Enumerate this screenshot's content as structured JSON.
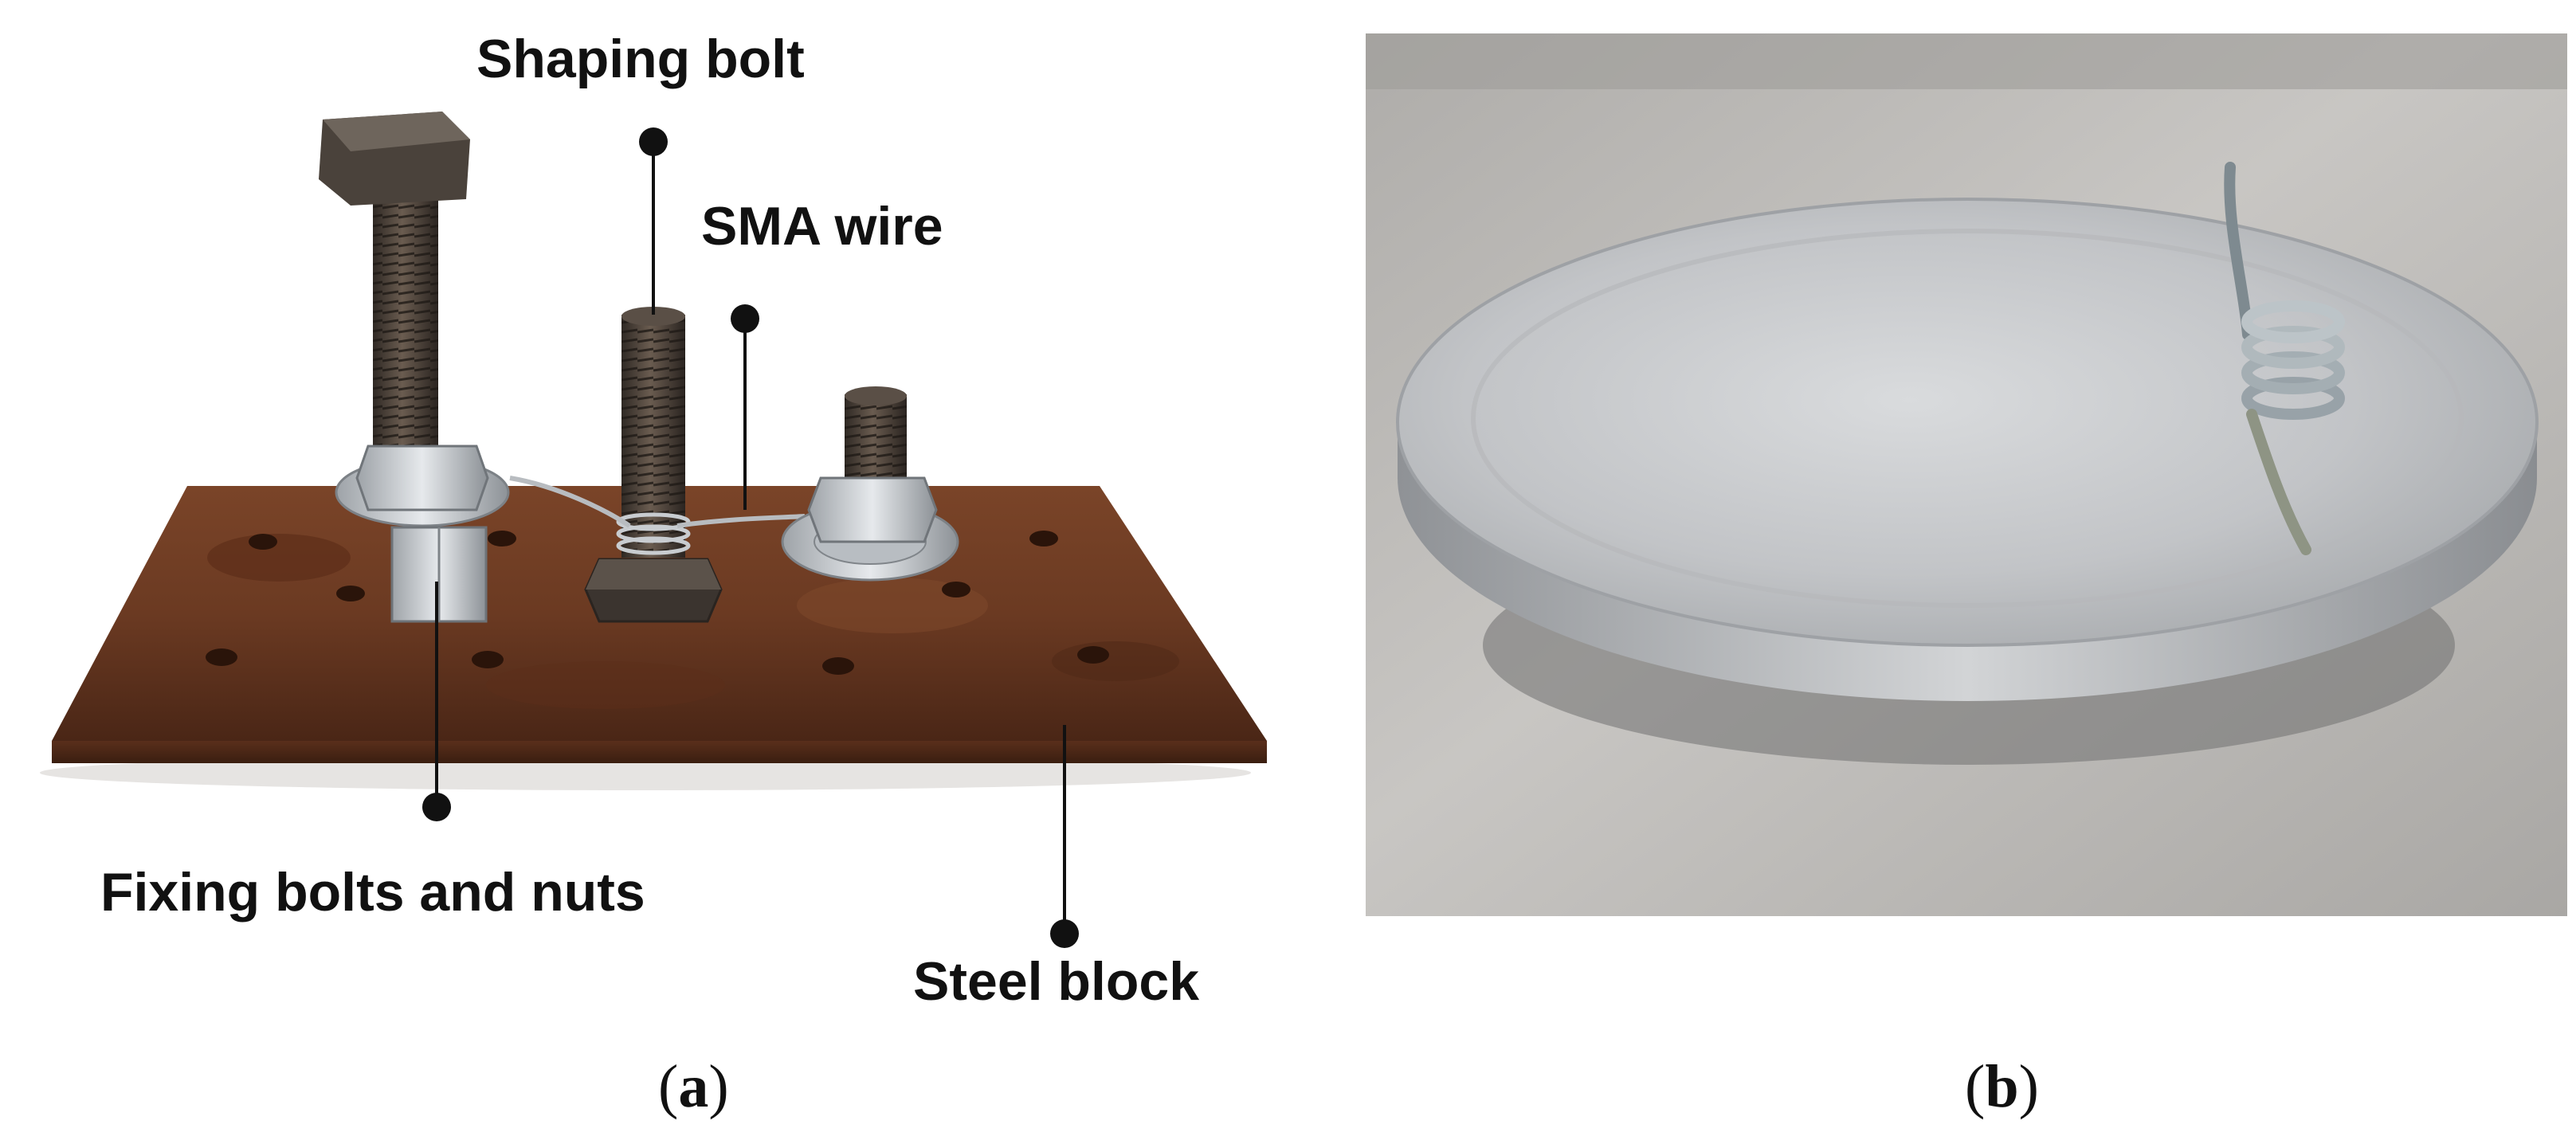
{
  "panel_a": {
    "labels": {
      "shaping_bolt": "Shaping bolt",
      "sma_wire": "SMA wire",
      "fixing_bolts": "Fixing bolts and nuts",
      "steel_block": "Steel block"
    },
    "caption": {
      "open": "(",
      "letter": "a",
      "close": ")"
    }
  },
  "panel_b": {
    "caption": {
      "open": "(",
      "letter": "b",
      "close": ")"
    }
  },
  "colors": {
    "rust": "#6b3a22",
    "rust_dark": "#4a2616",
    "steel": "#c9ccd0",
    "bolt_dark": "#3e3630",
    "plate_metal": "#c3c5c8",
    "background_metal": "#b9b8b6",
    "coil": "#8e9aa0",
    "callout_line": "#111111"
  }
}
